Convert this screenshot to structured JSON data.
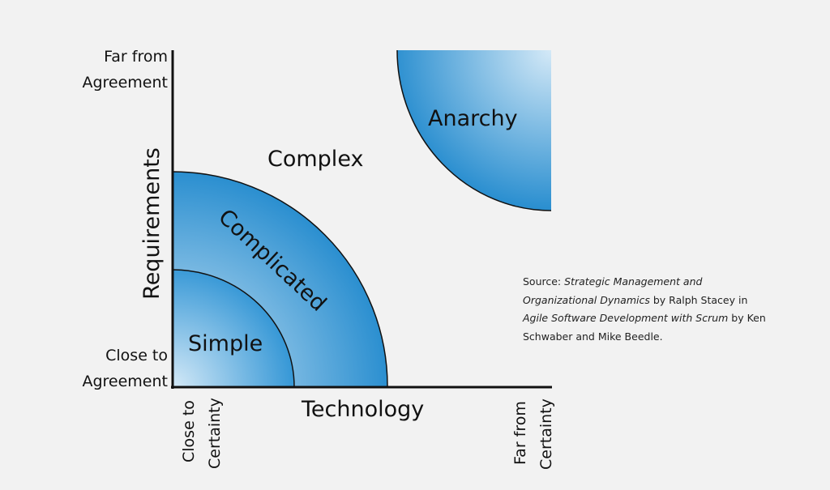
{
  "colors": {
    "background": "#f2f2f2",
    "fill_light": "#d4e9f7",
    "fill_dark": "#2b8fd0",
    "stroke": "#111111"
  },
  "axes": {
    "y_title": "Requirements",
    "x_title": "Technology",
    "y_top_line1": "Far from",
    "y_top_line2": "Agreement",
    "y_bottom_line1": "Close to",
    "y_bottom_line2": "Agreement",
    "x_left_line1": "Close to",
    "x_left_line2": "Certainty",
    "x_right_line1": "Far from",
    "x_right_line2": "Certainty"
  },
  "regions": {
    "simple": "Simple",
    "complicated": "Complicated",
    "complex": "Complex",
    "anarchy": "Anarchy"
  },
  "source": {
    "prefix": "Source: ",
    "work1_a": "Strategic Management and",
    "work1_b": "Organizational Dynamics",
    "mid": " by Ralph Stacey in",
    "work2": "Agile Software Development with Scrum",
    "suffix_a": " by Ken",
    "suffix_b": "Schwaber and Mike Beedle."
  }
}
